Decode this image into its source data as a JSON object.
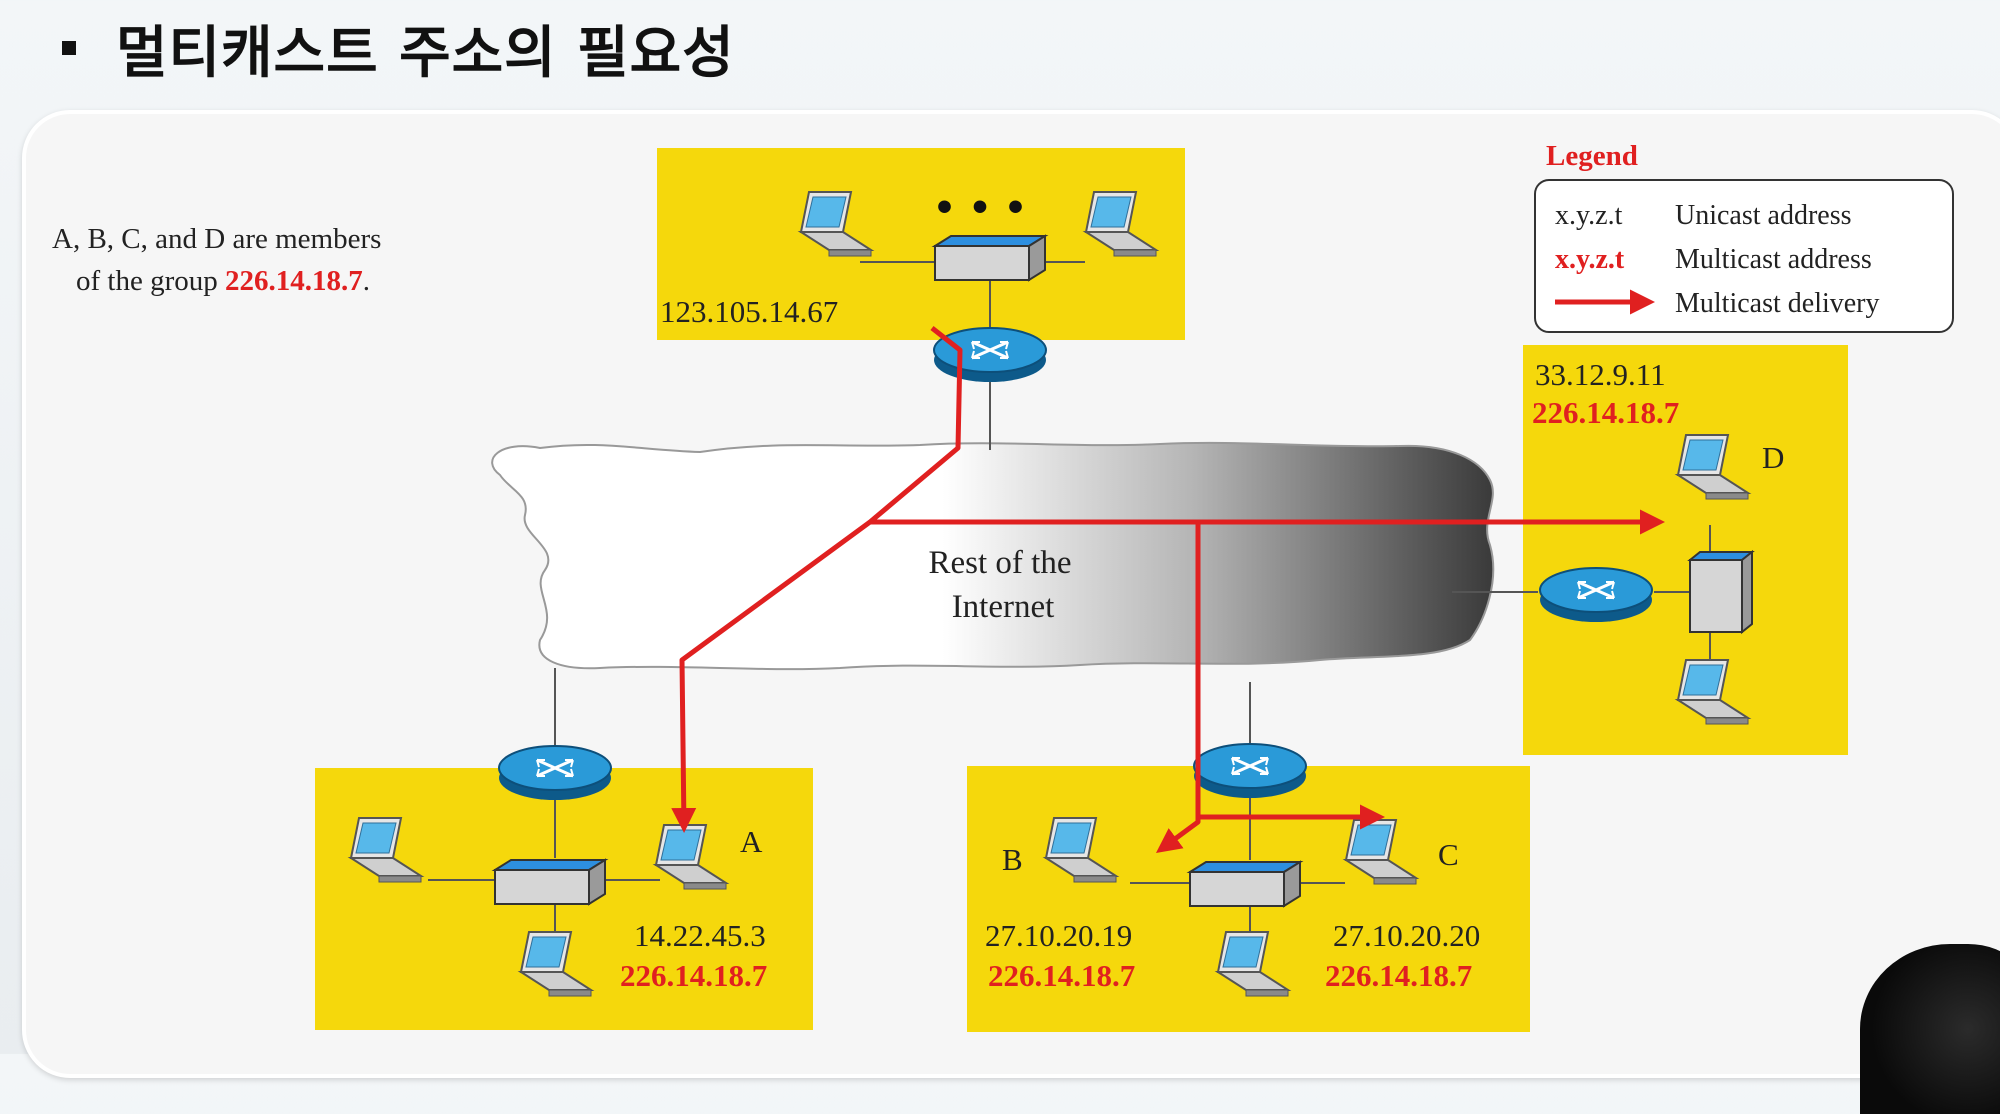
{
  "slide": {
    "title": "멀티캐스트 주소의 필요성"
  },
  "diagram": {
    "note_line1": "A, B, C, and D are members",
    "note_line2": "of the group ",
    "group_address": "226.14.18.7",
    "note_suffix": ".",
    "source_address": "123.105.14.67",
    "ellipsis": "• • •",
    "cloud_line1": "Rest of the",
    "cloud_line2": "Internet",
    "legend": {
      "title": "Legend",
      "unicast_sample": "x.y.z.t",
      "unicast_label": "Unicast address",
      "multicast_sample": "x.y.z.t",
      "multicast_label": "Multicast address",
      "delivery_label": "Multicast delivery"
    },
    "host_A": {
      "label": "A",
      "unicast": "14.22.45.3",
      "multicast": "226.14.18.7"
    },
    "host_B": {
      "label": "B",
      "unicast": "27.10.20.19",
      "multicast": "226.14.18.7"
    },
    "host_C": {
      "label": "C",
      "unicast": "27.10.20.20",
      "multicast": "226.14.18.7"
    },
    "host_D": {
      "label": "D",
      "unicast": "33.12.9.11",
      "multicast": "226.14.18.7"
    },
    "colors": {
      "lan_fill": "#f5d80c",
      "multicast_red": "#e02020",
      "router_blue": "#1e8bd0",
      "switch_blue": "#2d8fe0"
    }
  }
}
